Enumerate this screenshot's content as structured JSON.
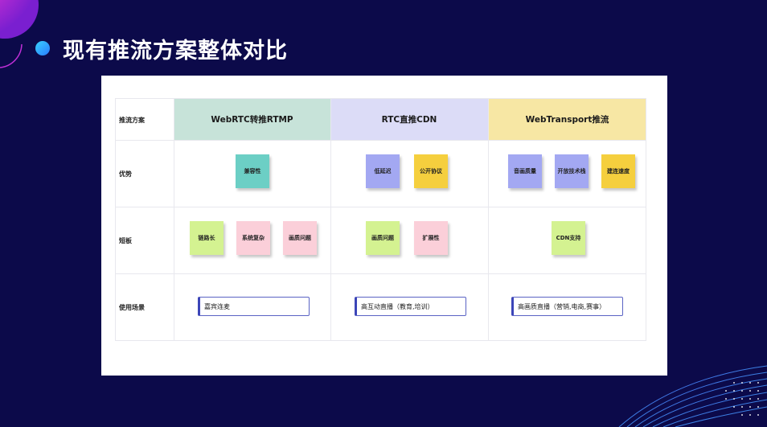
{
  "slide": {
    "title": "现有推流方案整体对比"
  },
  "colors": {
    "background": "#0c0a4a",
    "accent": "#39d1ff",
    "header_webrtc": "#c7e3d9",
    "header_rtc": "#dcdcf7",
    "header_webtransport": "#f7e7a4",
    "sticky_teal": "#6ccfc5",
    "sticky_purple": "#a3a8f2",
    "sticky_yellow": "#f5cf3e",
    "sticky_green": "#d4f291",
    "sticky_pink": "#fbcfd9"
  },
  "table": {
    "corner_label": "推流方案",
    "columns": [
      "WebRTC转推RTMP",
      "RTC直推CDN",
      "WebTransport推流"
    ],
    "rows": {
      "advantages": {
        "label": "优势",
        "cells": [
          [
            {
              "text": "兼容性",
              "color": "#6ccfc5"
            }
          ],
          [
            {
              "text": "低延迟",
              "color": "#a3a8f2"
            },
            {
              "text": "公开协议",
              "color": "#f5cf3e"
            }
          ],
          [
            {
              "text": "音画质量",
              "color": "#a3a8f2"
            },
            {
              "text": "开放技术栈",
              "color": "#a3a8f2"
            },
            {
              "text": "建连速度",
              "color": "#f5cf3e"
            }
          ]
        ]
      },
      "disadvantages": {
        "label": "短板",
        "cells": [
          [
            {
              "text": "链路长",
              "color": "#d4f291"
            },
            {
              "text": "系统复杂",
              "color": "#fbcfd9"
            },
            {
              "text": "画质问题",
              "color": "#fbcfd9"
            }
          ],
          [
            {
              "text": "画质问题",
              "color": "#d4f291"
            },
            {
              "text": "扩展性",
              "color": "#fbcfd9"
            }
          ],
          [
            {
              "text": "CDN支持",
              "color": "#d4f291"
            }
          ]
        ]
      },
      "scenarios": {
        "label": "使用场景",
        "cells": [
          "嘉宾连麦",
          "高互动直播（教育,培训）",
          "高画质直播（营销,电商,赛事）"
        ]
      }
    }
  }
}
